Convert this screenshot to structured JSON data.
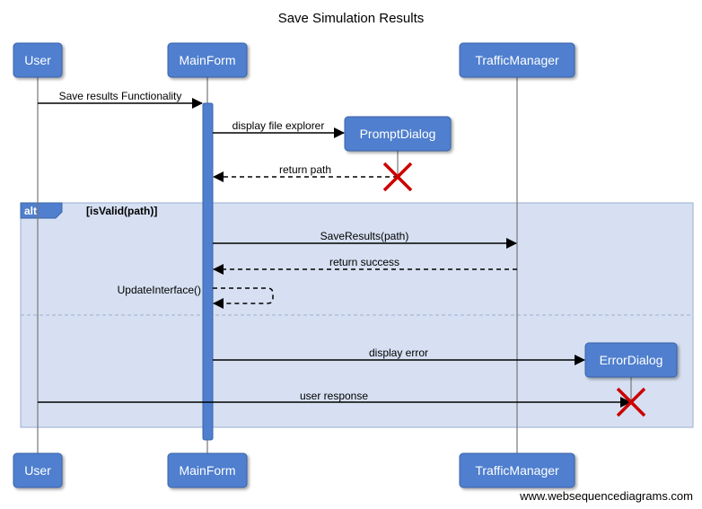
{
  "title": "Save Simulation Results",
  "participants": [
    {
      "id": "user",
      "label": "User"
    },
    {
      "id": "mainform",
      "label": "MainForm"
    },
    {
      "id": "trafficmanager",
      "label": "TrafficManager"
    }
  ],
  "created_participants": [
    {
      "id": "promptdialog",
      "label": "PromptDialog"
    },
    {
      "id": "errordialog",
      "label": "ErrorDialog"
    }
  ],
  "messages": [
    {
      "id": "save-results",
      "label": "Save results Functionality",
      "from": "user",
      "to": "mainform",
      "style": "solid"
    },
    {
      "id": "display-file-explorer",
      "label": "display file explorer",
      "from": "mainform",
      "to": "promptdialog",
      "style": "solid"
    },
    {
      "id": "return-path",
      "label": "return path",
      "from": "promptdialog",
      "to": "mainform",
      "style": "dashed"
    },
    {
      "id": "save-results-path",
      "label": "SaveResults(path)",
      "from": "mainform",
      "to": "trafficmanager",
      "style": "solid"
    },
    {
      "id": "return-success",
      "label": "return success",
      "from": "trafficmanager",
      "to": "mainform",
      "style": "dashed"
    },
    {
      "id": "update-interface",
      "label": "UpdateInterface()",
      "from": "mainform",
      "to": "mainform",
      "style": "dashed"
    },
    {
      "id": "display-error",
      "label": "display error",
      "from": "mainform",
      "to": "errordialog",
      "style": "solid"
    },
    {
      "id": "user-response",
      "label": "user response",
      "from": "user",
      "to": "errordialog",
      "style": "solid"
    }
  ],
  "alt_fragment": {
    "label": "alt",
    "guard": "[isValid(path)]"
  },
  "colors": {
    "actor_fill": "#4f7fce",
    "actor_stroke": "#3a64a8",
    "fragment_fill": "#d6e0f2",
    "fragment_stroke": "#9aaed3",
    "destroy": "#cc0000"
  },
  "watermark": "www.websequencediagrams.com"
}
